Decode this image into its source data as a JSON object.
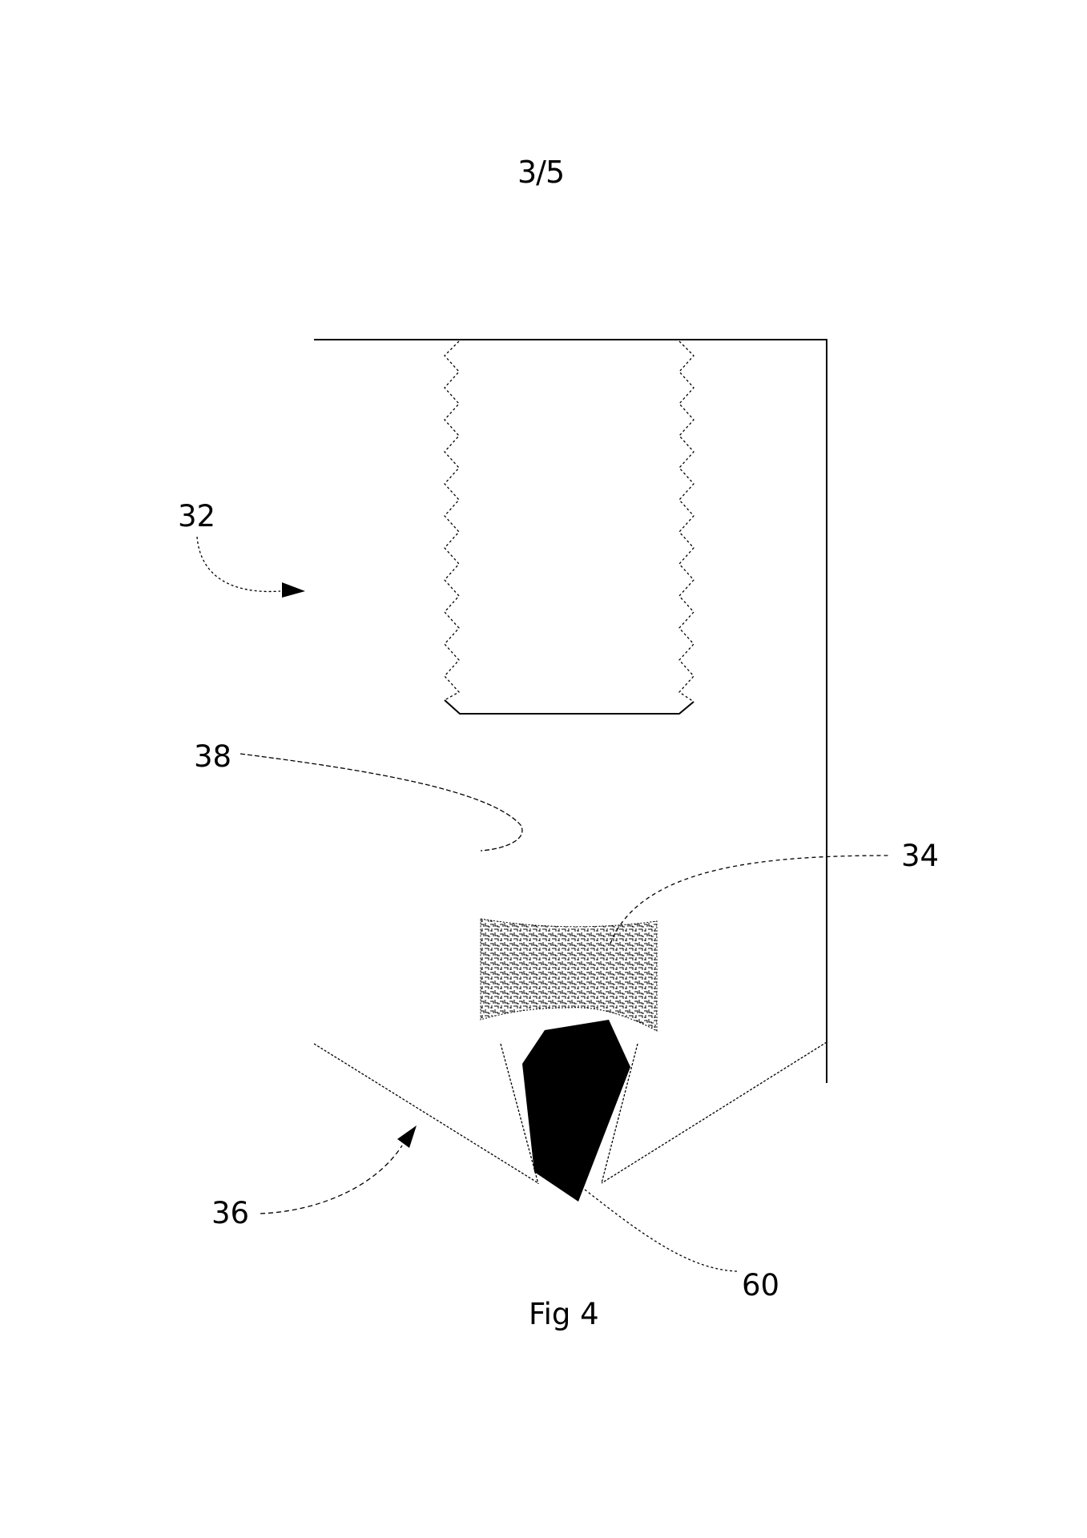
{
  "page": {
    "sheet_number": "3/5"
  },
  "figure": {
    "caption": "Fig 4",
    "reference_numerals": [
      {
        "id": "32",
        "label": "32",
        "indicates": "device body (arrow)"
      },
      {
        "id": "38",
        "label": "38",
        "indicates": "internal cavity surface"
      },
      {
        "id": "34",
        "label": "34",
        "indicates": "hatched porous insert"
      },
      {
        "id": "36",
        "label": "36",
        "indicates": "conical lower portion (arrow)"
      },
      {
        "id": "60",
        "label": "60",
        "indicates": "solid black body at tip"
      }
    ]
  },
  "colors": {
    "ink": "#000000",
    "paper": "#ffffff"
  }
}
